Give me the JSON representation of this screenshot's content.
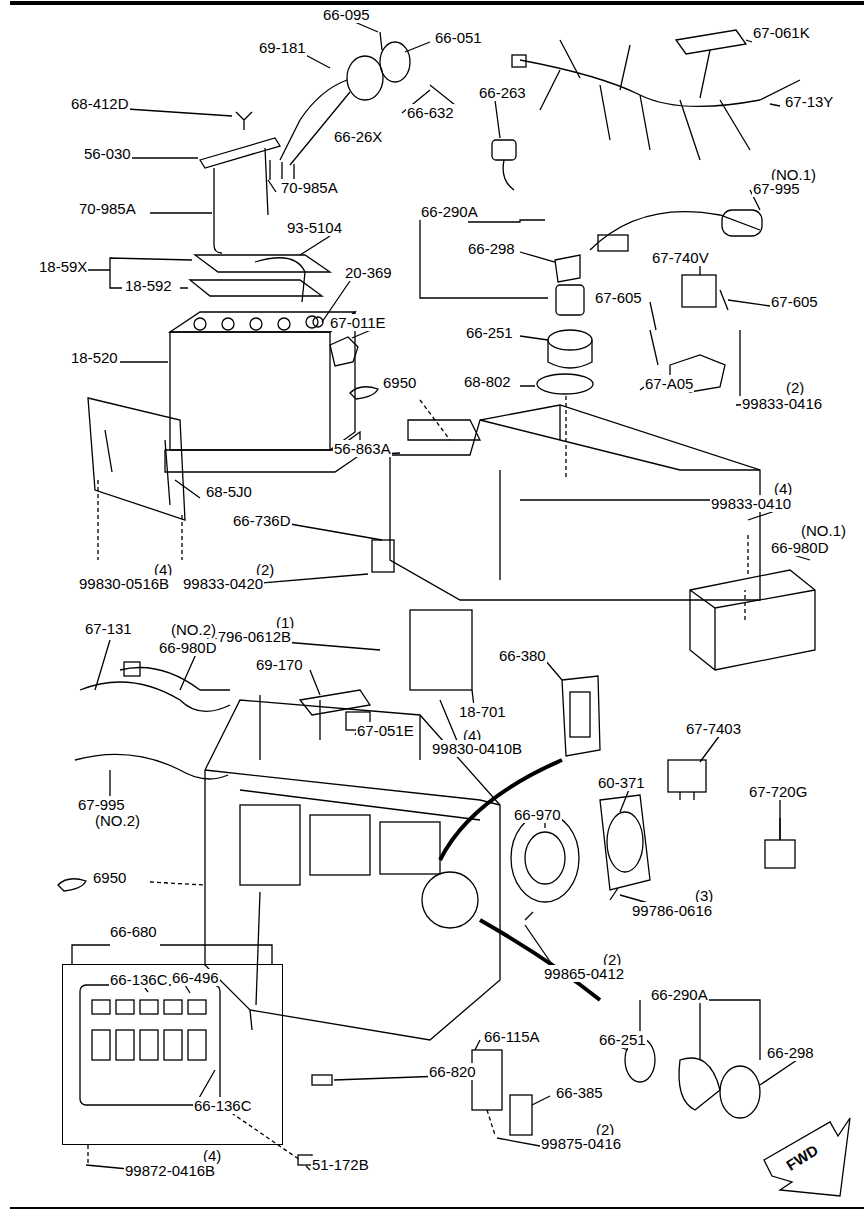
{
  "diagram": {
    "nodes": [
      {
        "text": [
          "66-680",
          "66-136C",
          "66-496",
          "66-136C"
        ]
      }
    ],
    "labels": [
      "66-095",
      "66-051",
      "69-181",
      "68-412D",
      "66-26X",
      "66-632",
      "66-263",
      "67-061K",
      "67-13Y",
      "(NO.1)",
      "67-995",
      "56-030",
      "70-985A",
      "70-985A",
      "93-5104",
      "20-369",
      "18-59X",
      "18-592",
      "66-290A",
      "66-298",
      "67-740V",
      "67-605",
      "67-605",
      "66-251",
      "67-011E",
      "18-520",
      "6950",
      "68-802",
      "67-A05",
      "(2)",
      "99833-0416",
      "56-863A",
      "(4)",
      "99833-0410",
      "(NO.1)",
      "66-980D",
      "68-5J0",
      "(4)",
      "99830-0516B",
      "66-736D",
      "(2)",
      "99833-0420",
      "(1)",
      "99796-0612B",
      "67-131",
      "(NO.2)",
      "66-980D",
      "69-170",
      "66-380",
      "67-051E",
      "18-701",
      "(4)",
      "99830-0410B",
      "67-7403",
      "60-371",
      "67-720G",
      "66-970",
      "67-995",
      "(NO.2)",
      "6950",
      "(3)",
      "99786-0616",
      "(2)",
      "99865-0412",
      "66-290A",
      "66-251",
      "66-298",
      "66-820",
      "66-115A",
      "66-385",
      "(2)",
      "99875-0416",
      "(4)",
      "99872-0416B",
      "51-172B",
      "FWD"
    ]
  }
}
